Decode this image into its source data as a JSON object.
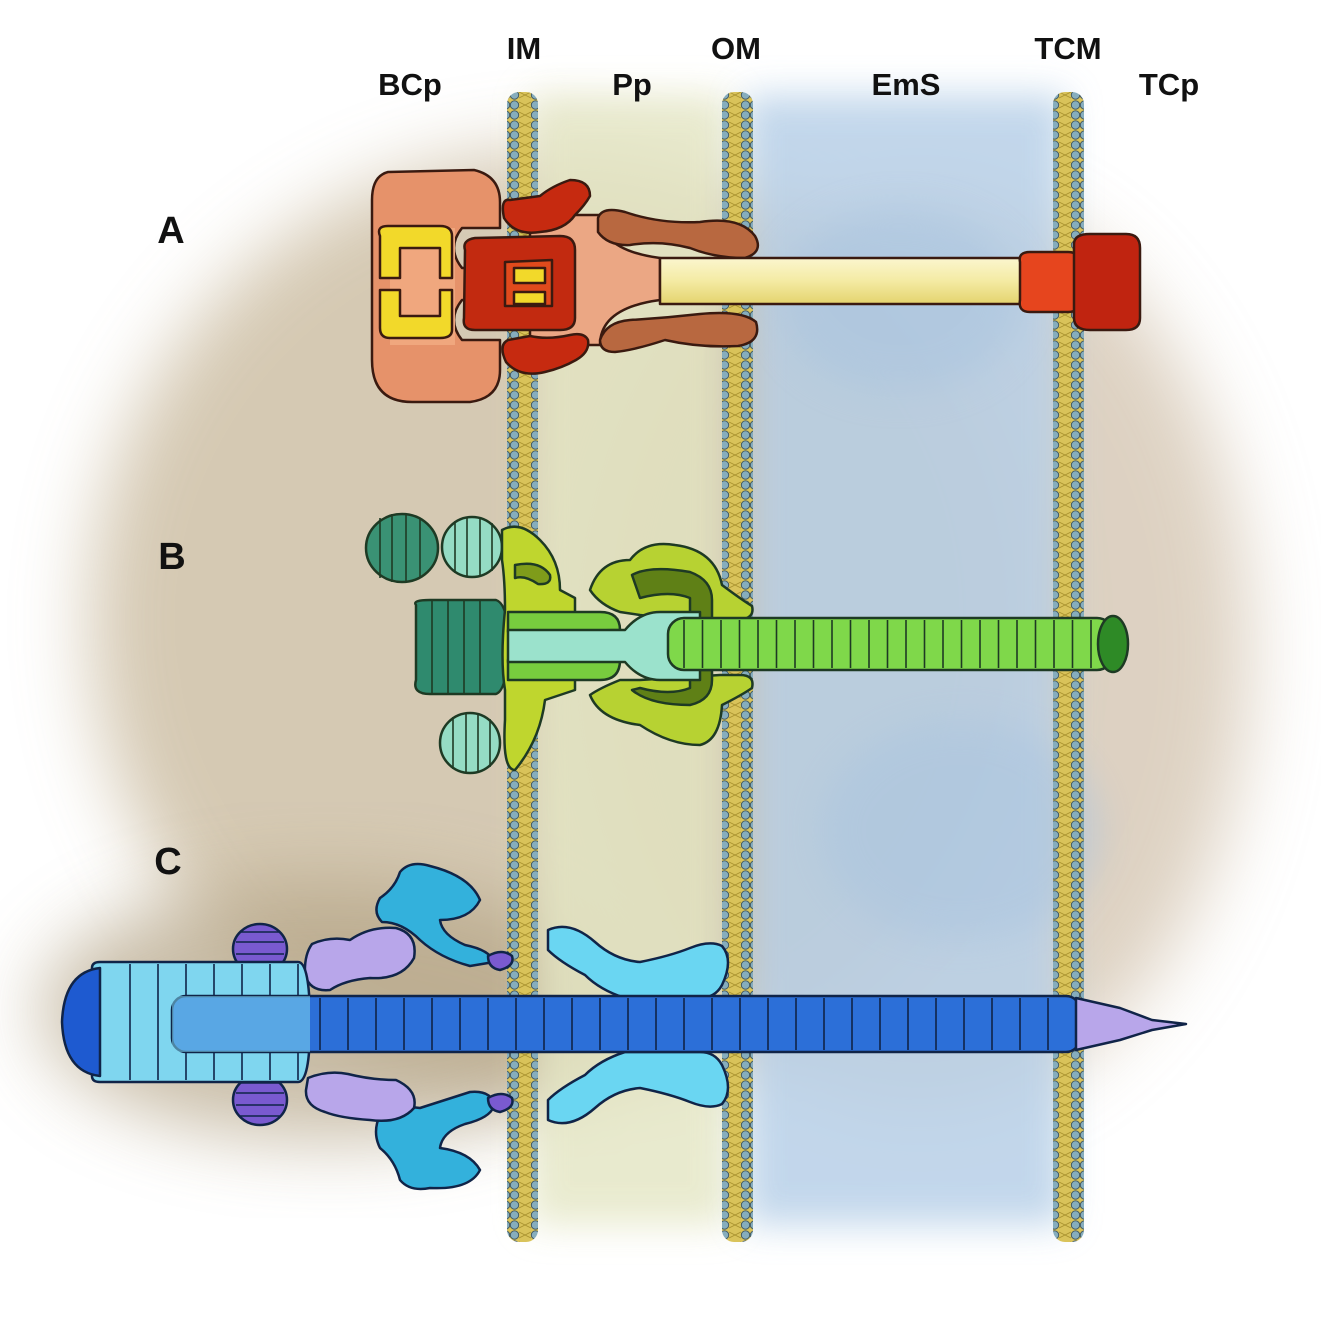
{
  "labels": {
    "compartments": [
      "BCp",
      "IM",
      "Pp",
      "OM",
      "EmS",
      "TCM",
      "TCp"
    ],
    "panels": [
      "A",
      "B",
      "C"
    ]
  },
  "colors": {
    "periplasm_tint": "#e4e6c6",
    "extracellular_tint": "#b7cfe6",
    "cytoplasm_haze": "#b9a78a",
    "membrane_head": "#7fa6b6",
    "membrane_core": "#d8c158",
    "panel_a_base": "#e8946a",
    "panel_a_red": "#c62a10",
    "panel_a_yellow": "#f2d92a",
    "panel_a_rod": "#f5efb2",
    "panel_b_dark_teal": "#2f8a6e",
    "panel_b_light_teal": "#8fd8c0",
    "panel_b_lime": "#bcd42c",
    "panel_b_green": "#6ec83e",
    "panel_c_light_blue": "#7fd6ef",
    "panel_c_blue": "#2c6fd8",
    "panel_c_cyan": "#3ab7de",
    "panel_c_lavender": "#b8a6ea",
    "panel_c_purple": "#7a5ad0"
  }
}
